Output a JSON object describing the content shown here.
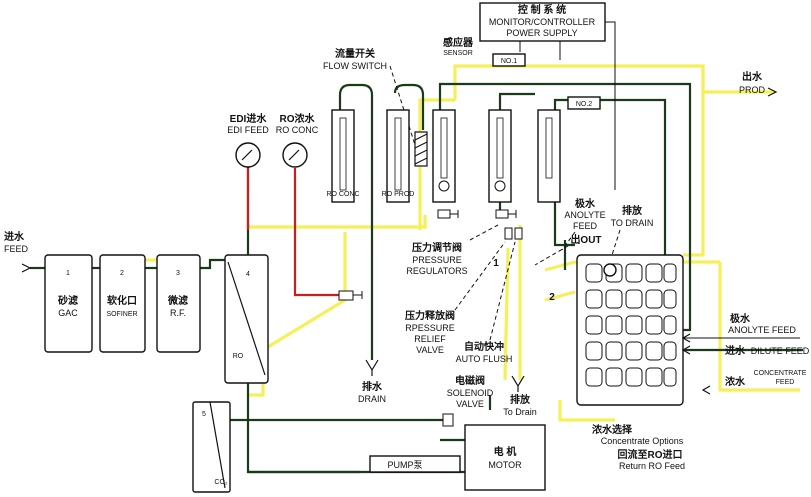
{
  "colors": {
    "pipe_main": "#1a3a1a",
    "pipe_yellow": "#f5f05a",
    "pipe_red": "#c81e1e"
  },
  "controller": {
    "line1": "控 制 系 统",
    "line2": "MONITOR/CONTROLLER",
    "line3": "POWER SUPPLY"
  },
  "sensor": {
    "cn": "感应器",
    "en": "SENSOR"
  },
  "no1": "NO.1",
  "no2": "NO.2",
  "flow_switch": {
    "cn": "流量开关",
    "en": "FLOW SWITCH"
  },
  "edi_feed": {
    "cn": "EDI进水",
    "en": "EDI FEED"
  },
  "ro_conc": {
    "cn": "RO浓水",
    "en": "RO CONC"
  },
  "prod": {
    "cn": "出水",
    "en": "PROD"
  },
  "feed": {
    "cn": "进水",
    "en": "FEED"
  },
  "meters": {
    "ro_conc": "RO CONC",
    "ro_prod": "RO PROD"
  },
  "tanks": [
    {
      "num": "1",
      "cn": "砂滤",
      "en": "GAC"
    },
    {
      "num": "2",
      "cn": "软化口",
      "en": "SOFINER"
    },
    {
      "num": "3",
      "cn": "微滤",
      "en": "R.F."
    },
    {
      "num": "4",
      "en": "RO"
    },
    {
      "num": "5",
      "en": "CO₂"
    }
  ],
  "pressure_reg": {
    "cn": "压力调节阀",
    "en1": "PRESSURE",
    "en2": "REGULATORS"
  },
  "relief": {
    "cn": "压力释放阀",
    "en1": "RPESSURE",
    "en2": "RELIEF",
    "en3": "VALVE"
  },
  "auto_flush": {
    "cn": "自动快冲",
    "en": "AUTO FLUSH"
  },
  "anolyte_top": {
    "cn": "极水",
    "en": "ANOLYTE",
    "en2": "FEED"
  },
  "to_drain_top": {
    "cn": "排放",
    "en": "TO DRAIN"
  },
  "out": "出OUT",
  "marker_1": "1",
  "marker_2": "2",
  "drain_ro": {
    "cn": "排水",
    "en": "DRAIN"
  },
  "solenoid": {
    "cn": "电磁阀",
    "en1": "SOLENOID",
    "en2": "VALVE"
  },
  "to_drain_bottom": {
    "cn": "排放",
    "en": "To Drain"
  },
  "anolyte_right": {
    "cn": "极水",
    "en": "ANOLYTE FEED"
  },
  "dilute": {
    "cn": "进水",
    "en": "DILUTE FEED"
  },
  "concentrate": {
    "cn": "浓水",
    "en": "CONCENTRATE",
    "en2": "FEED"
  },
  "options": {
    "cn": "浓水选择",
    "en": "Concentrate Options"
  },
  "return_ro": {
    "cn": "回流至RO进口",
    "en": "Return RO Feed"
  },
  "pump": "PUMP泵",
  "motor": {
    "cn": "电 机",
    "en": "MOTOR"
  }
}
